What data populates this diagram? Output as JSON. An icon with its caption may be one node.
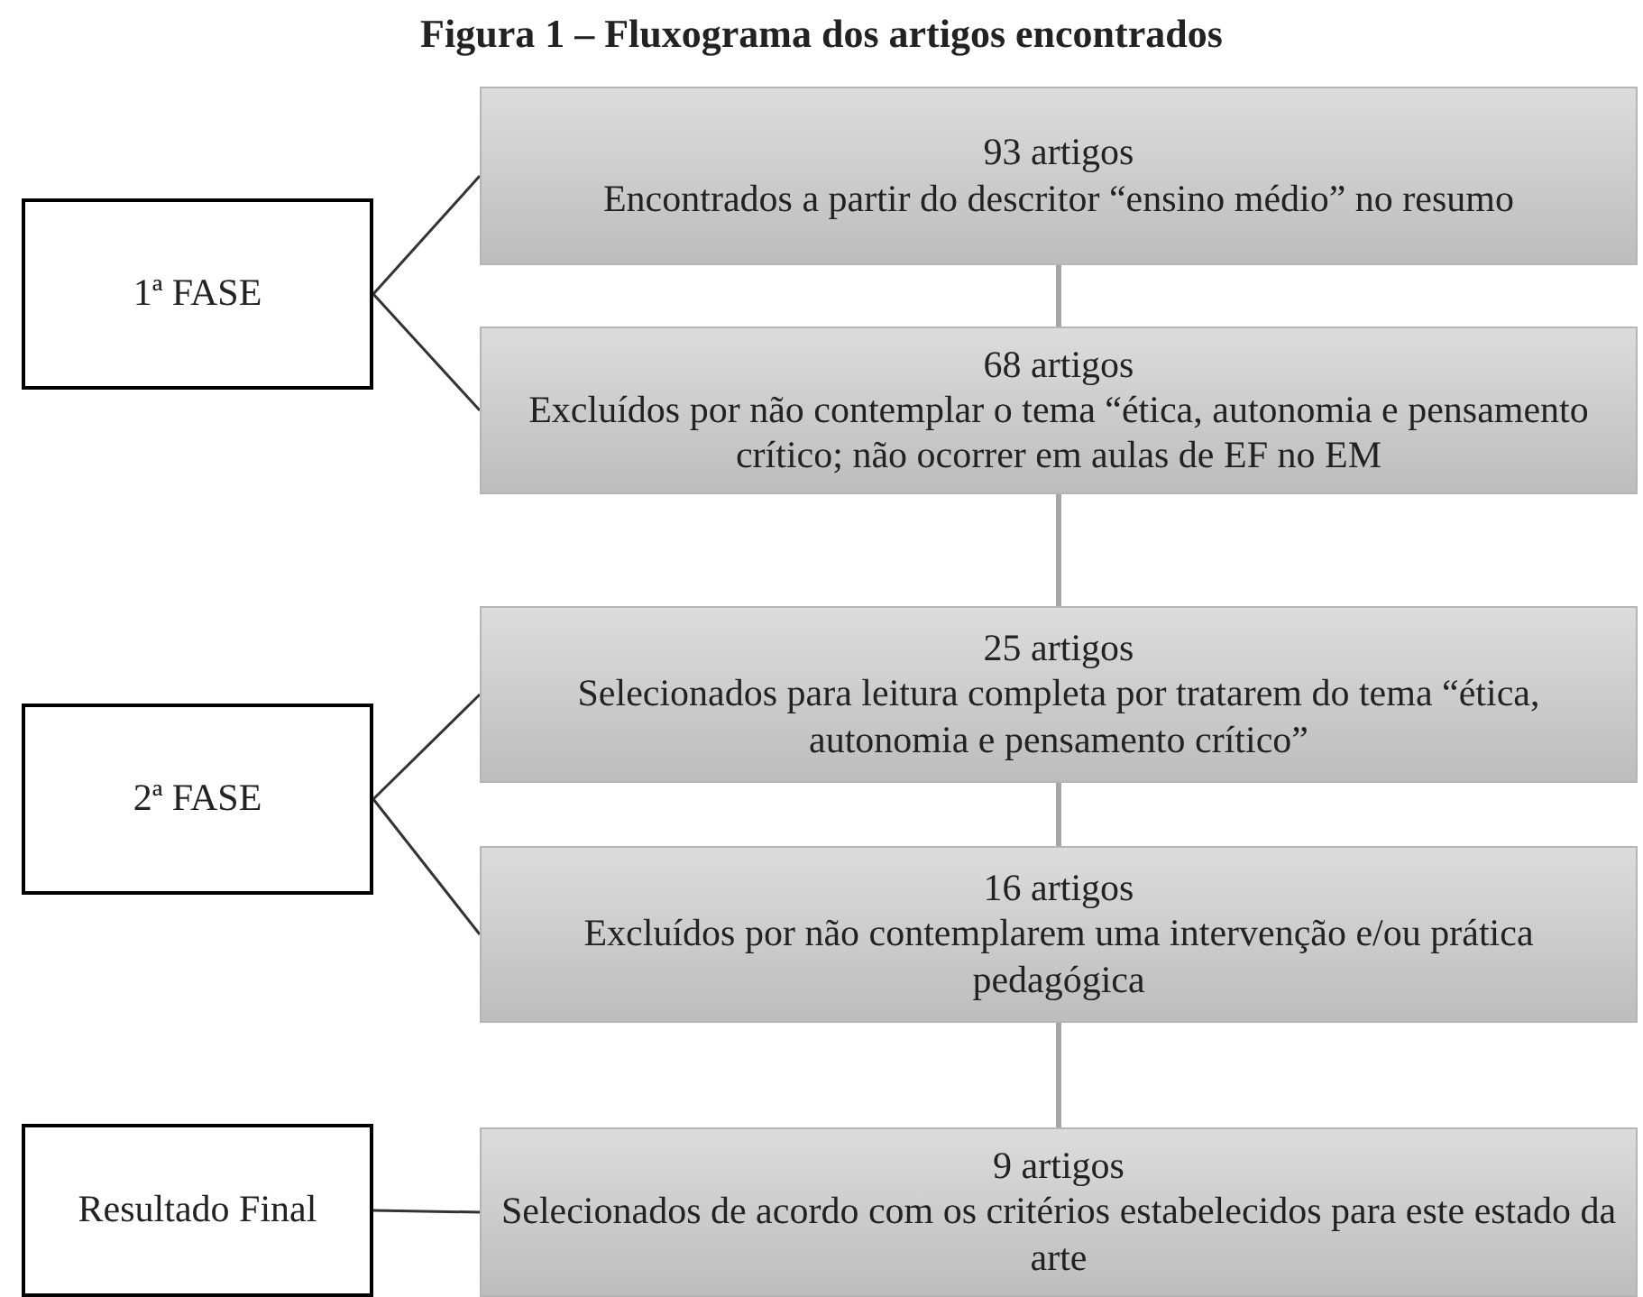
{
  "diagram": {
    "title": "Figura 1 – Fluxograma dos artigos encontrados",
    "nodes": [
      {
        "text": [
          "1ª FASE"
        ]
      },
      {
        "text": [
          "93 artigos",
          "Encontrados a partir do descritor “ensino médio” no resumo"
        ]
      },
      {
        "text": [
          "68 artigos",
          "Excluídos por não contemplar o tema “ética, autonomia e pensamento crítico; não ocorrer em aulas de EF no EM"
        ]
      },
      {
        "text": [
          "2ª FASE"
        ]
      },
      {
        "text": [
          "25 artigos",
          "Selecionados para leitura completa por tratarem do tema “ética, autonomia e pensamento crítico”"
        ]
      },
      {
        "text": [
          "16 artigos",
          "Excluídos por não contemplarem uma intervenção e/ou prática pedagógica"
        ]
      },
      {
        "text": [
          "Resultado Final"
        ]
      },
      {
        "text": [
          "9 artigos",
          "Selecionados de acordo com os critérios estabelecidos para este estado da arte"
        ]
      }
    ],
    "edges": [
      {
        "from": 0,
        "to": 1,
        "arrow": "none"
      },
      {
        "from": 0,
        "to": 2,
        "arrow": "none"
      },
      {
        "from": 1,
        "to": 2,
        "arrow": "none",
        "style": "thick",
        "color": "#a6a6a6"
      },
      {
        "from": 2,
        "to": 4,
        "arrow": "none",
        "style": "thick",
        "color": "#a6a6a6"
      },
      {
        "from": 3,
        "to": 4,
        "arrow": "none"
      },
      {
        "from": 3,
        "to": 5,
        "arrow": "none"
      },
      {
        "from": 4,
        "to": 5,
        "arrow": "none",
        "style": "thick",
        "color": "#a6a6a6"
      },
      {
        "from": 5,
        "to": 7,
        "arrow": "none",
        "style": "thick",
        "color": "#a6a6a6"
      },
      {
        "from": 6,
        "to": 7,
        "arrow": "none"
      }
    ]
  }
}
